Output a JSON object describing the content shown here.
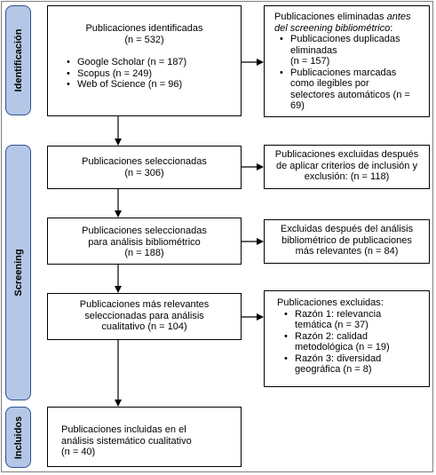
{
  "phases": {
    "identification": "Identificación",
    "screening": "Screening",
    "included": "Incluidos"
  },
  "identified": {
    "title": "Publicaciones identificadas",
    "count": "(n = 532)",
    "sources": [
      "Google Scholar (n = 187)",
      "Scopus (n = 249)",
      "Web of Science (n = 96)"
    ]
  },
  "removed": {
    "title_prefix": "Publicaciones eliminadas ",
    "title_italic_1": "antes",
    "title_italic_2": "del screening bibliométrico",
    "title_suffix": ":",
    "items": [
      {
        "l1": "Publicaciones duplicadas",
        "l2": "eliminadas",
        "l3": "(n = 157)"
      },
      {
        "l1": "Publicaciones marcadas",
        "l2": "como ilegibles por",
        "l3": "selectores automáticos (n =",
        "l4": "69)"
      }
    ]
  },
  "selected": {
    "title": "Publicaciones seleccionadas",
    "count": "(n = 306)"
  },
  "excluded_criteria": {
    "l1": "Publicaciones excluidas después",
    "l2": "de aplicar criterios de inclusión y",
    "l3": "exclusión: (n = 118)"
  },
  "biblio": {
    "l1": "Publicaciones seleccionadas",
    "l2": "para análisis bibliométrico",
    "count": "(n = 188)"
  },
  "excluded_biblio": {
    "l1": "Excluidas después del análisis",
    "l2": "bibliométrico de publicaciones",
    "l3": "más relevantes (n = 84)"
  },
  "relevant": {
    "l1": "Publicaciones más relevantes",
    "l2": "seleccionadas para análisis",
    "l3": "cualitativo (n = 104)"
  },
  "excluded_reasons": {
    "title": "Publicaciones excluidas:",
    "items": [
      {
        "l1": "Razón 1: relevancia",
        "l2": "temática (n = 37)"
      },
      {
        "l1": "Razón 2: calidad",
        "l2": "metodológica (n = 19)"
      },
      {
        "l1": "Razón 3: diversidad",
        "l2": "geográfica (n = 8)"
      }
    ]
  },
  "included": {
    "l1": "Publicaciones incluidas en el",
    "l2": "análisis sistemático cualitativo",
    "count": "(n = 40)"
  }
}
